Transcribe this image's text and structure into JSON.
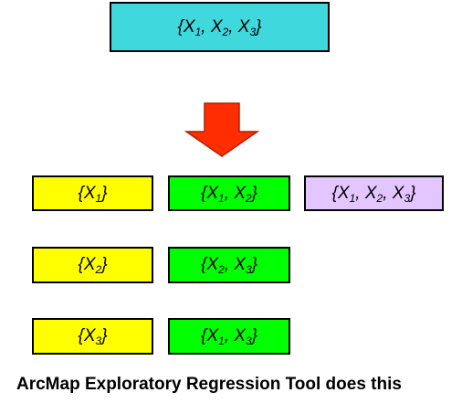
{
  "colors": {
    "source_box": "#3fd8dc",
    "arrow_fill": "#ff2d00",
    "single_var": "#ffff00",
    "pair_var": "#00ff00",
    "triple_var": "#e3c6ff",
    "border": "#000000"
  },
  "source": {
    "open": "{",
    "v": [
      "X",
      "X",
      "X"
    ],
    "sub": [
      "1",
      "2",
      "3"
    ],
    "sep": ", ",
    "close": "}"
  },
  "combinations": [
    {
      "open": "{",
      "v": [
        "X"
      ],
      "sub": [
        "1"
      ],
      "close": "}"
    },
    {
      "open": "{",
      "v": [
        "X",
        "X"
      ],
      "sub": [
        "1",
        "2"
      ],
      "sep": ", ",
      "close": "}"
    },
    {
      "open": "{",
      "v": [
        "X",
        "X",
        "X"
      ],
      "sub": [
        "1",
        "2",
        "3"
      ],
      "sep": ", ",
      "close": "}"
    },
    {
      "open": "{",
      "v": [
        "X"
      ],
      "sub": [
        "2"
      ],
      "close": "}"
    },
    {
      "open": "{",
      "v": [
        "X",
        "X"
      ],
      "sub": [
        "2",
        "3"
      ],
      "sep": ", ",
      "close": "}"
    },
    {
      "open": "{",
      "v": [
        "X"
      ],
      "sub": [
        "3"
      ],
      "close": "}"
    },
    {
      "open": "{",
      "v": [
        "X",
        "X"
      ],
      "sub": [
        "1",
        "3"
      ],
      "sep": ", ",
      "close": "}"
    }
  ],
  "caption": "ArcMap Exploratory Regression Tool does this",
  "arrow_icon": "down-arrow-icon"
}
